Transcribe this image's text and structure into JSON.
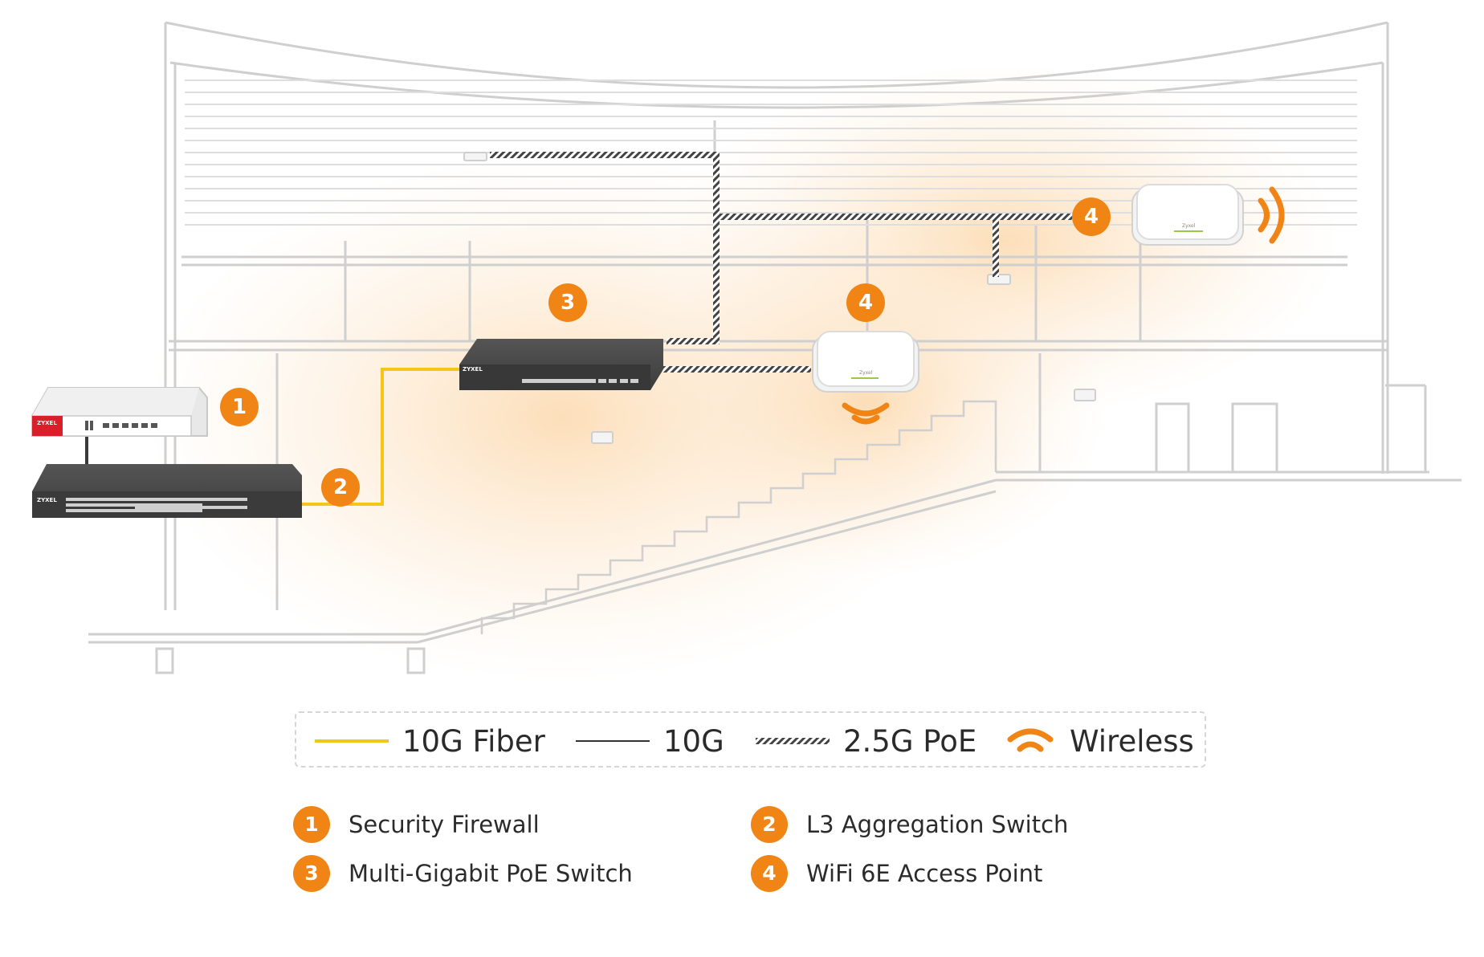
{
  "devices": {
    "firewall": {
      "badge": "1",
      "brand": "ZYXEL"
    },
    "aggregation_switch": {
      "badge": "2",
      "brand": "ZYXEL"
    },
    "poe_switch": {
      "badge": "3",
      "brand": "ZYXEL"
    },
    "access_point_mid": {
      "badge": "4",
      "brand": "Zyxel"
    },
    "access_point_top": {
      "badge": "4",
      "brand": "Zyxel"
    }
  },
  "legend": {
    "fiber": "10G Fiber",
    "copper": "10G",
    "poe": "2.5G PoE",
    "wireless": "Wireless"
  },
  "key": [
    {
      "num": "1",
      "label": "Security Firewall"
    },
    {
      "num": "2",
      "label": "L3 Aggregation Switch"
    },
    {
      "num": "3",
      "label": "Multi-Gigabit PoE Switch"
    },
    {
      "num": "4",
      "label": "WiFi 6E Access Point"
    }
  ],
  "colors": {
    "accent": "#f08516",
    "fiber": "#f5c518",
    "building_line": "#cfcfcf",
    "glow": "#fde3c2",
    "firewall_red": "#d9202a",
    "switch_dark": "#3a3a3a"
  }
}
